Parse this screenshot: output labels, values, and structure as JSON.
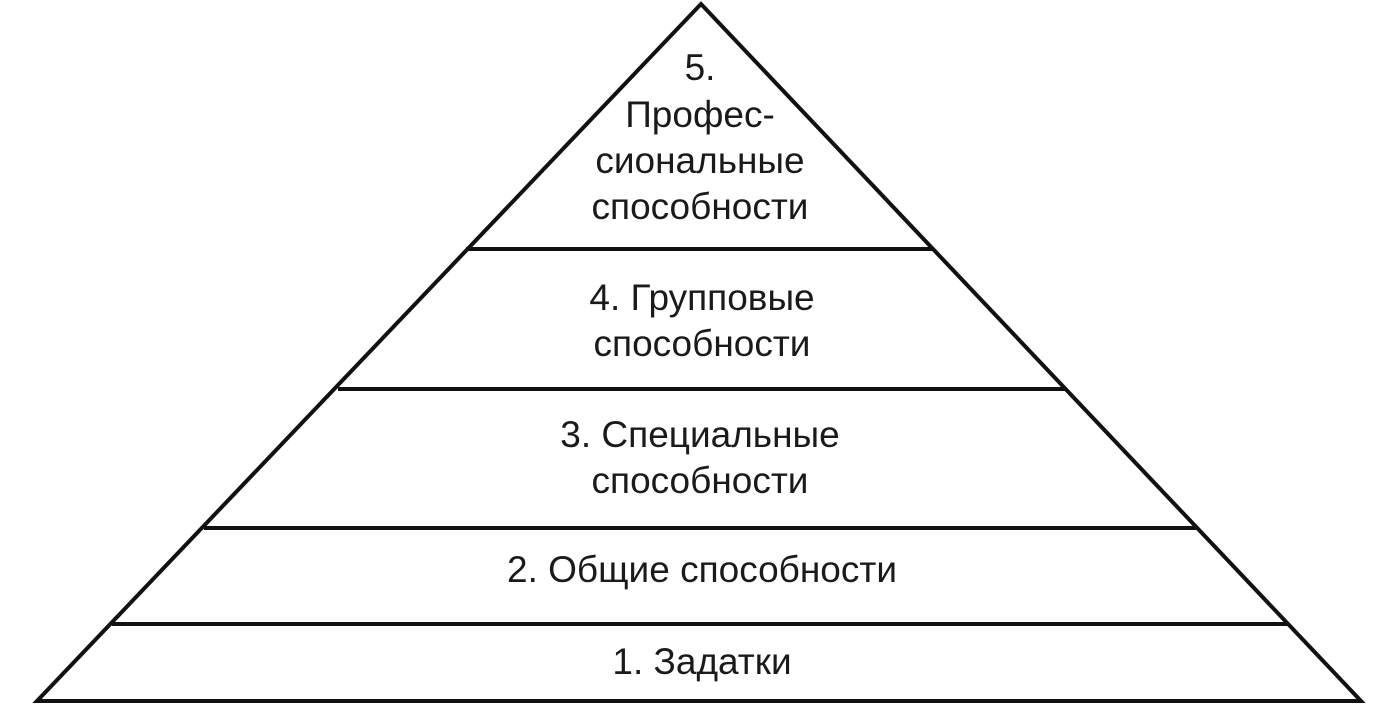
{
  "diagram": {
    "levels": [
      {
        "number": 5,
        "lines": [
          "5.",
          "Профес-",
          "сиональные",
          "способности"
        ]
      },
      {
        "number": 4,
        "lines": [
          "4. Групповые",
          "способности"
        ]
      },
      {
        "number": 3,
        "lines": [
          "3. Специальные",
          "способности"
        ]
      },
      {
        "number": 2,
        "lines": [
          "2. Общие способности"
        ]
      },
      {
        "number": 1,
        "lines": [
          "1. Задатки"
        ]
      }
    ],
    "colors": {
      "line": "#111111",
      "text": "#1a1a1a",
      "background": "#ffffff"
    }
  }
}
